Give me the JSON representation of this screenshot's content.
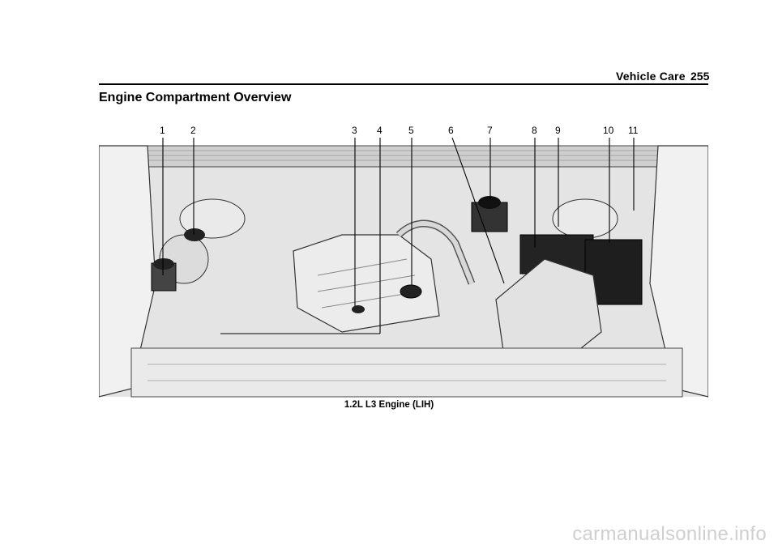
{
  "header": {
    "section": "Vehicle Care",
    "page_number": "255"
  },
  "heading": "Engine Compartment Overview",
  "figure": {
    "callouts": [
      "1",
      "2",
      "3",
      "4",
      "5",
      "6",
      "7",
      "8",
      "9",
      "10",
      "11"
    ],
    "caption": "1.2L L3 Engine (LIH)"
  },
  "watermark": "carmanualsonline.info",
  "colors": {
    "ink": "#000000",
    "illustration_fill": "#e6e6e6",
    "dark_parts": "#1e1e1e"
  }
}
